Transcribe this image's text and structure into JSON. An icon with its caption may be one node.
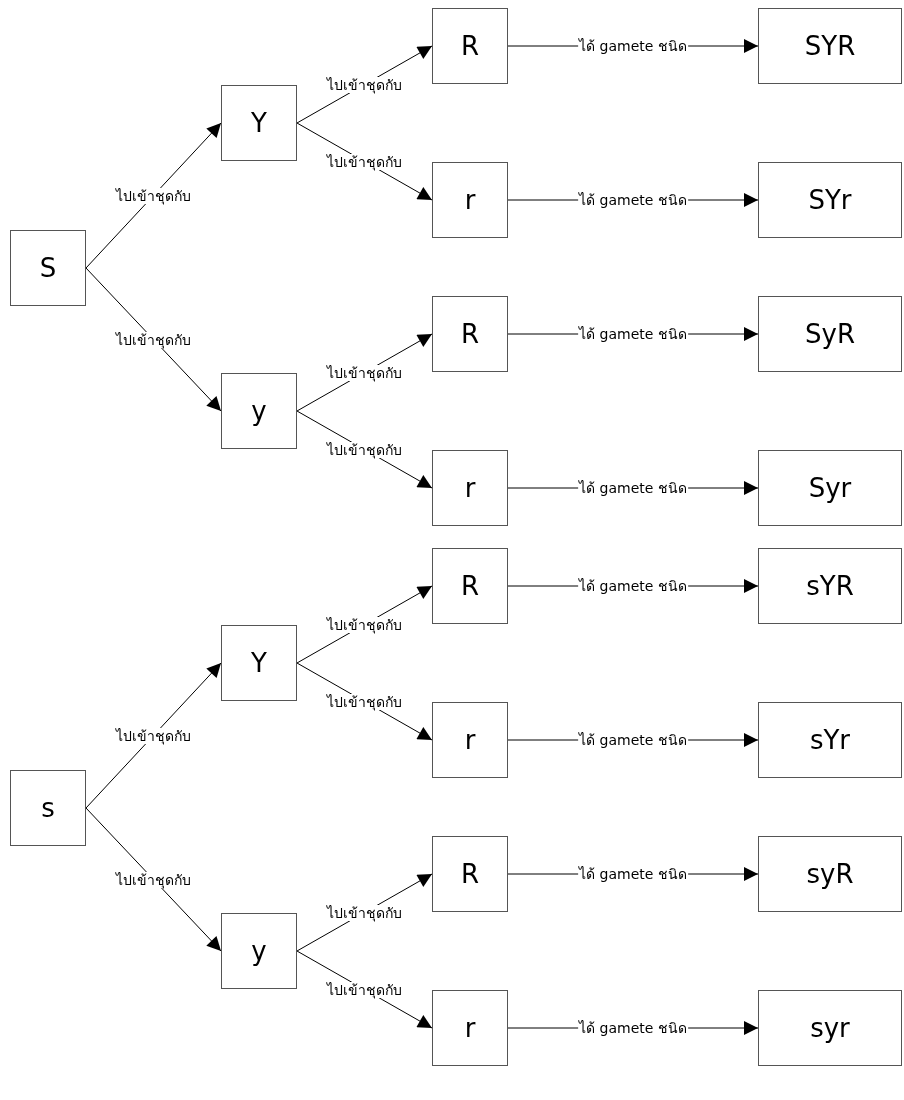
{
  "diagram": {
    "nodes": [
      {
        "text": [
          "S"
        ]
      },
      {
        "text": [
          "Y"
        ]
      },
      {
        "text": [
          "y"
        ]
      },
      {
        "text": [
          "R"
        ]
      },
      {
        "text": [
          "r"
        ]
      },
      {
        "text": [
          "R"
        ]
      },
      {
        "text": [
          "r"
        ]
      },
      {
        "text": [
          "SYR"
        ]
      },
      {
        "text": [
          "SYr"
        ]
      },
      {
        "text": [
          "SyR"
        ]
      },
      {
        "text": [
          "Syr"
        ]
      },
      {
        "text": [
          "s"
        ]
      },
      {
        "text": [
          "Y"
        ]
      },
      {
        "text": [
          "y"
        ]
      },
      {
        "text": [
          "R"
        ]
      },
      {
        "text": [
          "r"
        ]
      },
      {
        "text": [
          "R"
        ]
      },
      {
        "text": [
          "r"
        ]
      },
      {
        "text": [
          "sYR"
        ]
      },
      {
        "text": [
          "sYr"
        ]
      },
      {
        "text": [
          "syR"
        ]
      },
      {
        "text": [
          "syr"
        ]
      }
    ],
    "edges": [
      {
        "from": 0,
        "to": 1,
        "arrow": "to",
        "label": "ไปเข้าชุดกับ"
      },
      {
        "from": 0,
        "to": 2,
        "arrow": "to",
        "label": "ไปเข้าชุดกับ"
      },
      {
        "from": 1,
        "to": 3,
        "arrow": "to",
        "label": "ไปเข้าชุดกับ"
      },
      {
        "from": 1,
        "to": 4,
        "arrow": "to",
        "label": "ไปเข้าชุดกับ"
      },
      {
        "from": 2,
        "to": 5,
        "arrow": "to",
        "label": "ไปเข้าชุดกับ"
      },
      {
        "from": 2,
        "to": 6,
        "arrow": "to",
        "label": "ไปเข้าชุดกับ"
      },
      {
        "from": 3,
        "to": 7,
        "arrow": "to",
        "label": "ได้ gamete ชนิด"
      },
      {
        "from": 4,
        "to": 8,
        "arrow": "to",
        "label": "ได้ gamete ชนิด"
      },
      {
        "from": 5,
        "to": 9,
        "arrow": "to",
        "label": "ได้ gamete ชนิด"
      },
      {
        "from": 6,
        "to": 10,
        "arrow": "to",
        "label": "ได้ gamete ชนิด"
      },
      {
        "from": 11,
        "to": 12,
        "arrow": "to",
        "label": "ไปเข้าชุดกับ"
      },
      {
        "from": 11,
        "to": 13,
        "arrow": "to",
        "label": "ไปเข้าชุดกับ"
      },
      {
        "from": 12,
        "to": 14,
        "arrow": "to",
        "label": "ไปเข้าชุดกับ"
      },
      {
        "from": 12,
        "to": 15,
        "arrow": "to",
        "label": "ไปเข้าชุดกับ"
      },
      {
        "from": 13,
        "to": 16,
        "arrow": "to",
        "label": "ไปเข้าชุดกับ"
      },
      {
        "from": 13,
        "to": 17,
        "arrow": "to",
        "label": "ไปเข้าชุดกับ"
      },
      {
        "from": 14,
        "to": 18,
        "arrow": "to",
        "label": "ได้ gamete ชนิด"
      },
      {
        "from": 15,
        "to": 19,
        "arrow": "to",
        "label": "ได้ gamete ชนิด"
      },
      {
        "from": 16,
        "to": 20,
        "arrow": "to",
        "label": "ได้ gamete ชนิด"
      },
      {
        "from": 17,
        "to": 21,
        "arrow": "to",
        "label": "ได้ gamete ชนิด"
      }
    ]
  }
}
